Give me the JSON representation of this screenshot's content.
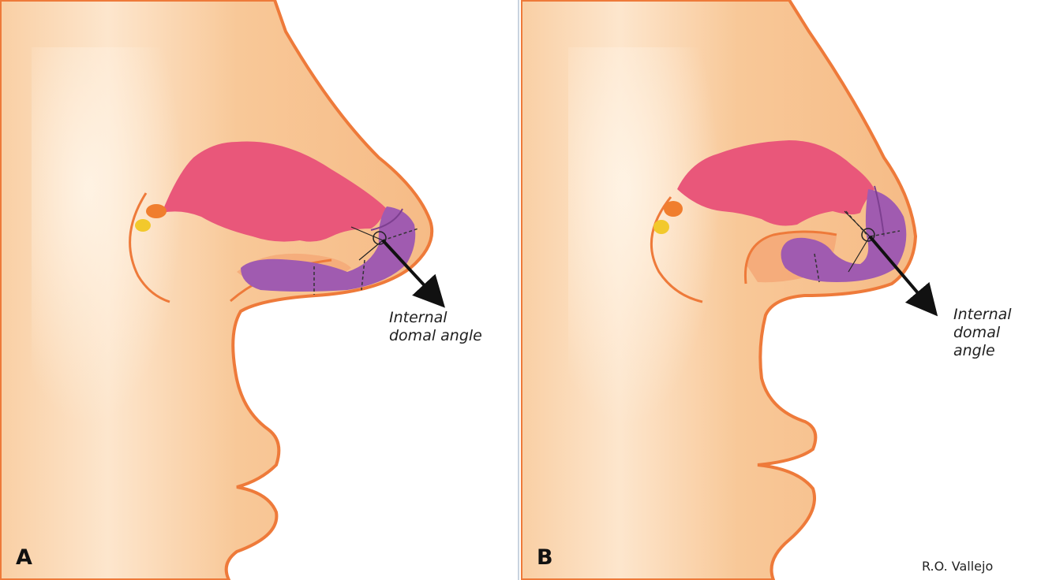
{
  "panels": [
    {
      "letter": "A",
      "callout": {
        "line1": "Internal",
        "line2": "domal angle"
      }
    },
    {
      "letter": "B",
      "callout": {
        "line1": "Internal",
        "line2": "domal angle"
      },
      "credit": "R.O. Vallejo"
    }
  ],
  "colors": {
    "skin": "#f8c89a",
    "skin_light": "#fde4c8",
    "outline": "#ee7a3a",
    "septal_cartilage": "#e9577a",
    "lower_lateral_cartilage": "#a05bb0",
    "accessory_orange": "#f07e2e",
    "accessory_yellow": "#f2c92c",
    "arrow": "#111111"
  }
}
